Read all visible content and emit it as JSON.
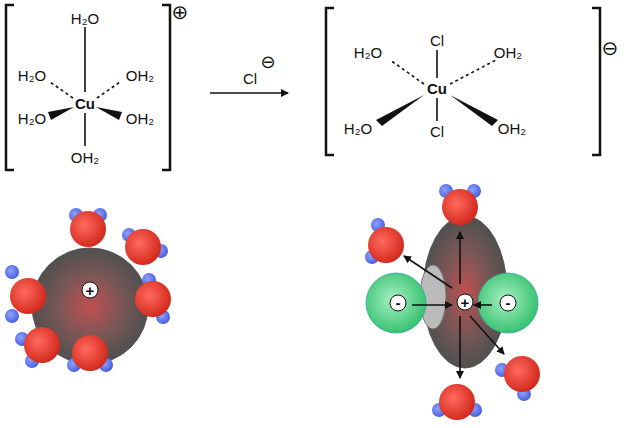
{
  "diagram": {
    "labels": [
      "H₂O",
      "H₂O",
      "OH₂",
      "Cu",
      "H₂O",
      "OH₂",
      "OH₂",
      "⊕",
      "Cl",
      "⊖",
      "Cl",
      "H₂O",
      "OH₂",
      "Cu",
      "H₂O",
      "OH₂",
      "Cl",
      "⊖",
      "+",
      "+",
      "-",
      "-"
    ]
  }
}
